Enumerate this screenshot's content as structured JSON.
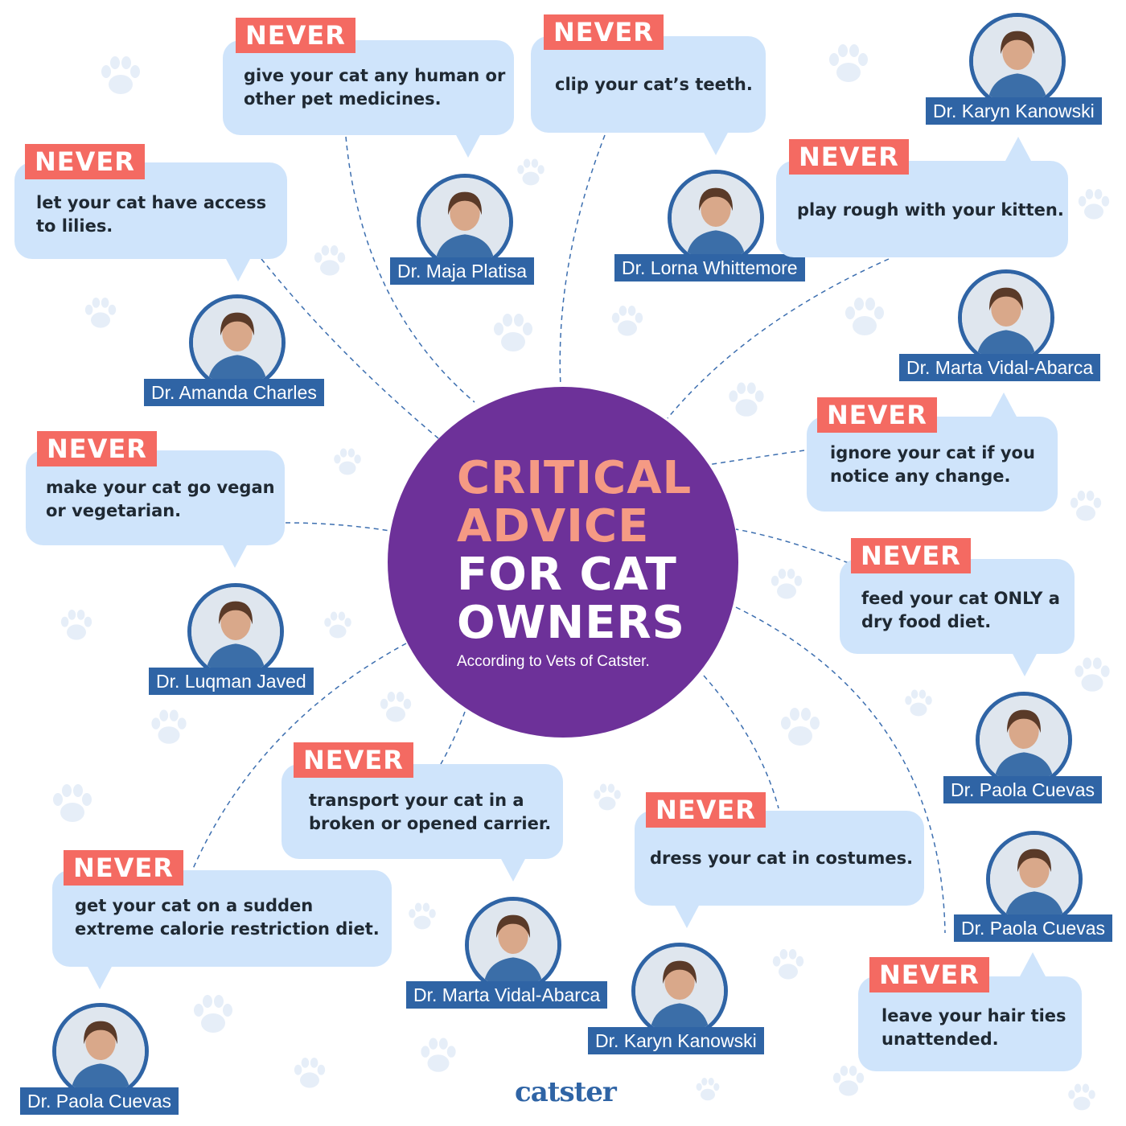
{
  "title": {
    "line1": "CRITICAL",
    "line2": "ADVICE",
    "line3": "FOR CAT",
    "line4": "OWNERS",
    "subtitle": "According to Vets of Catster."
  },
  "brand": "catster",
  "colors": {
    "center_circle": "#6d3199",
    "title_accent": "#f59a84",
    "never_badge": "#f46a62",
    "bubble": "#cfe4fb",
    "name_label": "#2f64a5",
    "paw": "#e6eef8"
  },
  "tips": [
    {
      "badge": "NEVER",
      "line1": "give your cat any human or",
      "line2": "other pet medicines.",
      "vet": "Dr. Maja Platisa",
      "icon": "vet-photo"
    },
    {
      "badge": "NEVER",
      "line1": "clip your cat’s teeth.",
      "line2": "",
      "vet": "Dr. Lorna Whittemore",
      "icon": "vet-photo"
    },
    {
      "badge": "NEVER",
      "line1": "play rough with your kitten.",
      "line2": "",
      "vet": "Dr. Karyn Kanowski",
      "icon": "vet-photo"
    },
    {
      "badge": "NEVER",
      "line1": "let your cat have access",
      "line2": "to lilies.",
      "vet": "Dr. Amanda Charles",
      "icon": "vet-photo"
    },
    {
      "badge": "NEVER",
      "line1": "ignore your cat if you",
      "line2": "notice any change.",
      "vet": "Dr. Marta Vidal-Abarca",
      "icon": "vet-photo"
    },
    {
      "badge": "NEVER",
      "line1": "make your cat go vegan",
      "line2": "or vegetarian.",
      "vet": "Dr. Luqman Javed",
      "icon": "vet-photo"
    },
    {
      "badge": "NEVER",
      "line1": "feed your cat ONLY a",
      "line2": "dry food diet.",
      "vet": "Dr. Paola Cuevas",
      "icon": "vet-photo"
    },
    {
      "badge": "NEVER",
      "line1": "transport your cat in a",
      "line2": "broken or opened carrier.",
      "vet": "Dr. Marta Vidal-Abarca",
      "icon": "vet-photo"
    },
    {
      "badge": "NEVER",
      "line1": "dress your cat in costumes.",
      "line2": "",
      "vet": "Dr. Karyn Kanowski",
      "icon": "vet-photo"
    },
    {
      "badge": "NEVER",
      "line1": "get your cat on a sudden",
      "line2": "extreme calorie restriction diet.",
      "vet": "Dr. Paola Cuevas",
      "icon": "vet-photo"
    },
    {
      "badge": "NEVER",
      "line1": "leave your hair ties",
      "line2": "unattended.",
      "vet": "Dr. Paola Cuevas",
      "icon": "vet-photo"
    }
  ]
}
